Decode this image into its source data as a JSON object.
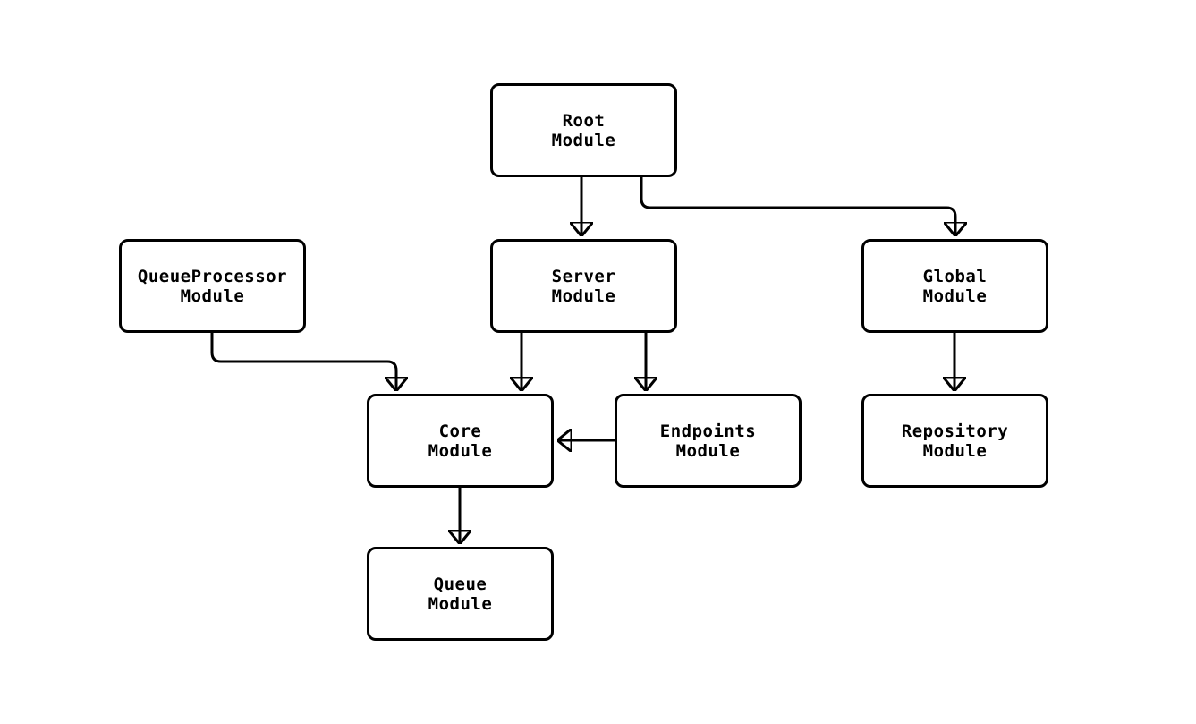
{
  "diagram": {
    "type": "flowchart",
    "direction": "top-down",
    "colors": {
      "background": "#ffffff",
      "node_fill": "#ffffff",
      "node_border": "#000000",
      "edge": "#000000",
      "text": "#000000"
    },
    "nodes": [
      {
        "id": "root",
        "label": "Root\nModule"
      },
      {
        "id": "queueprocessor",
        "label": "QueueProcessor\nModule"
      },
      {
        "id": "server",
        "label": "Server\nModule"
      },
      {
        "id": "global",
        "label": "Global\nModule"
      },
      {
        "id": "core",
        "label": "Core\nModule"
      },
      {
        "id": "endpoints",
        "label": "Endpoints\nModule"
      },
      {
        "id": "repository",
        "label": "Repository\nModule"
      },
      {
        "id": "queue",
        "label": "Queue\nModule"
      }
    ],
    "edges": [
      {
        "from": "Root Module",
        "to": "Server Module"
      },
      {
        "from": "Root Module",
        "to": "Global Module"
      },
      {
        "from": "QueueProcessor Module",
        "to": "Core Module"
      },
      {
        "from": "Server Module",
        "to": "Core Module"
      },
      {
        "from": "Server Module",
        "to": "Endpoints Module"
      },
      {
        "from": "Endpoints Module",
        "to": "Core Module"
      },
      {
        "from": "Global Module",
        "to": "Repository Module"
      },
      {
        "from": "Core Module",
        "to": "Queue Module"
      }
    ]
  }
}
